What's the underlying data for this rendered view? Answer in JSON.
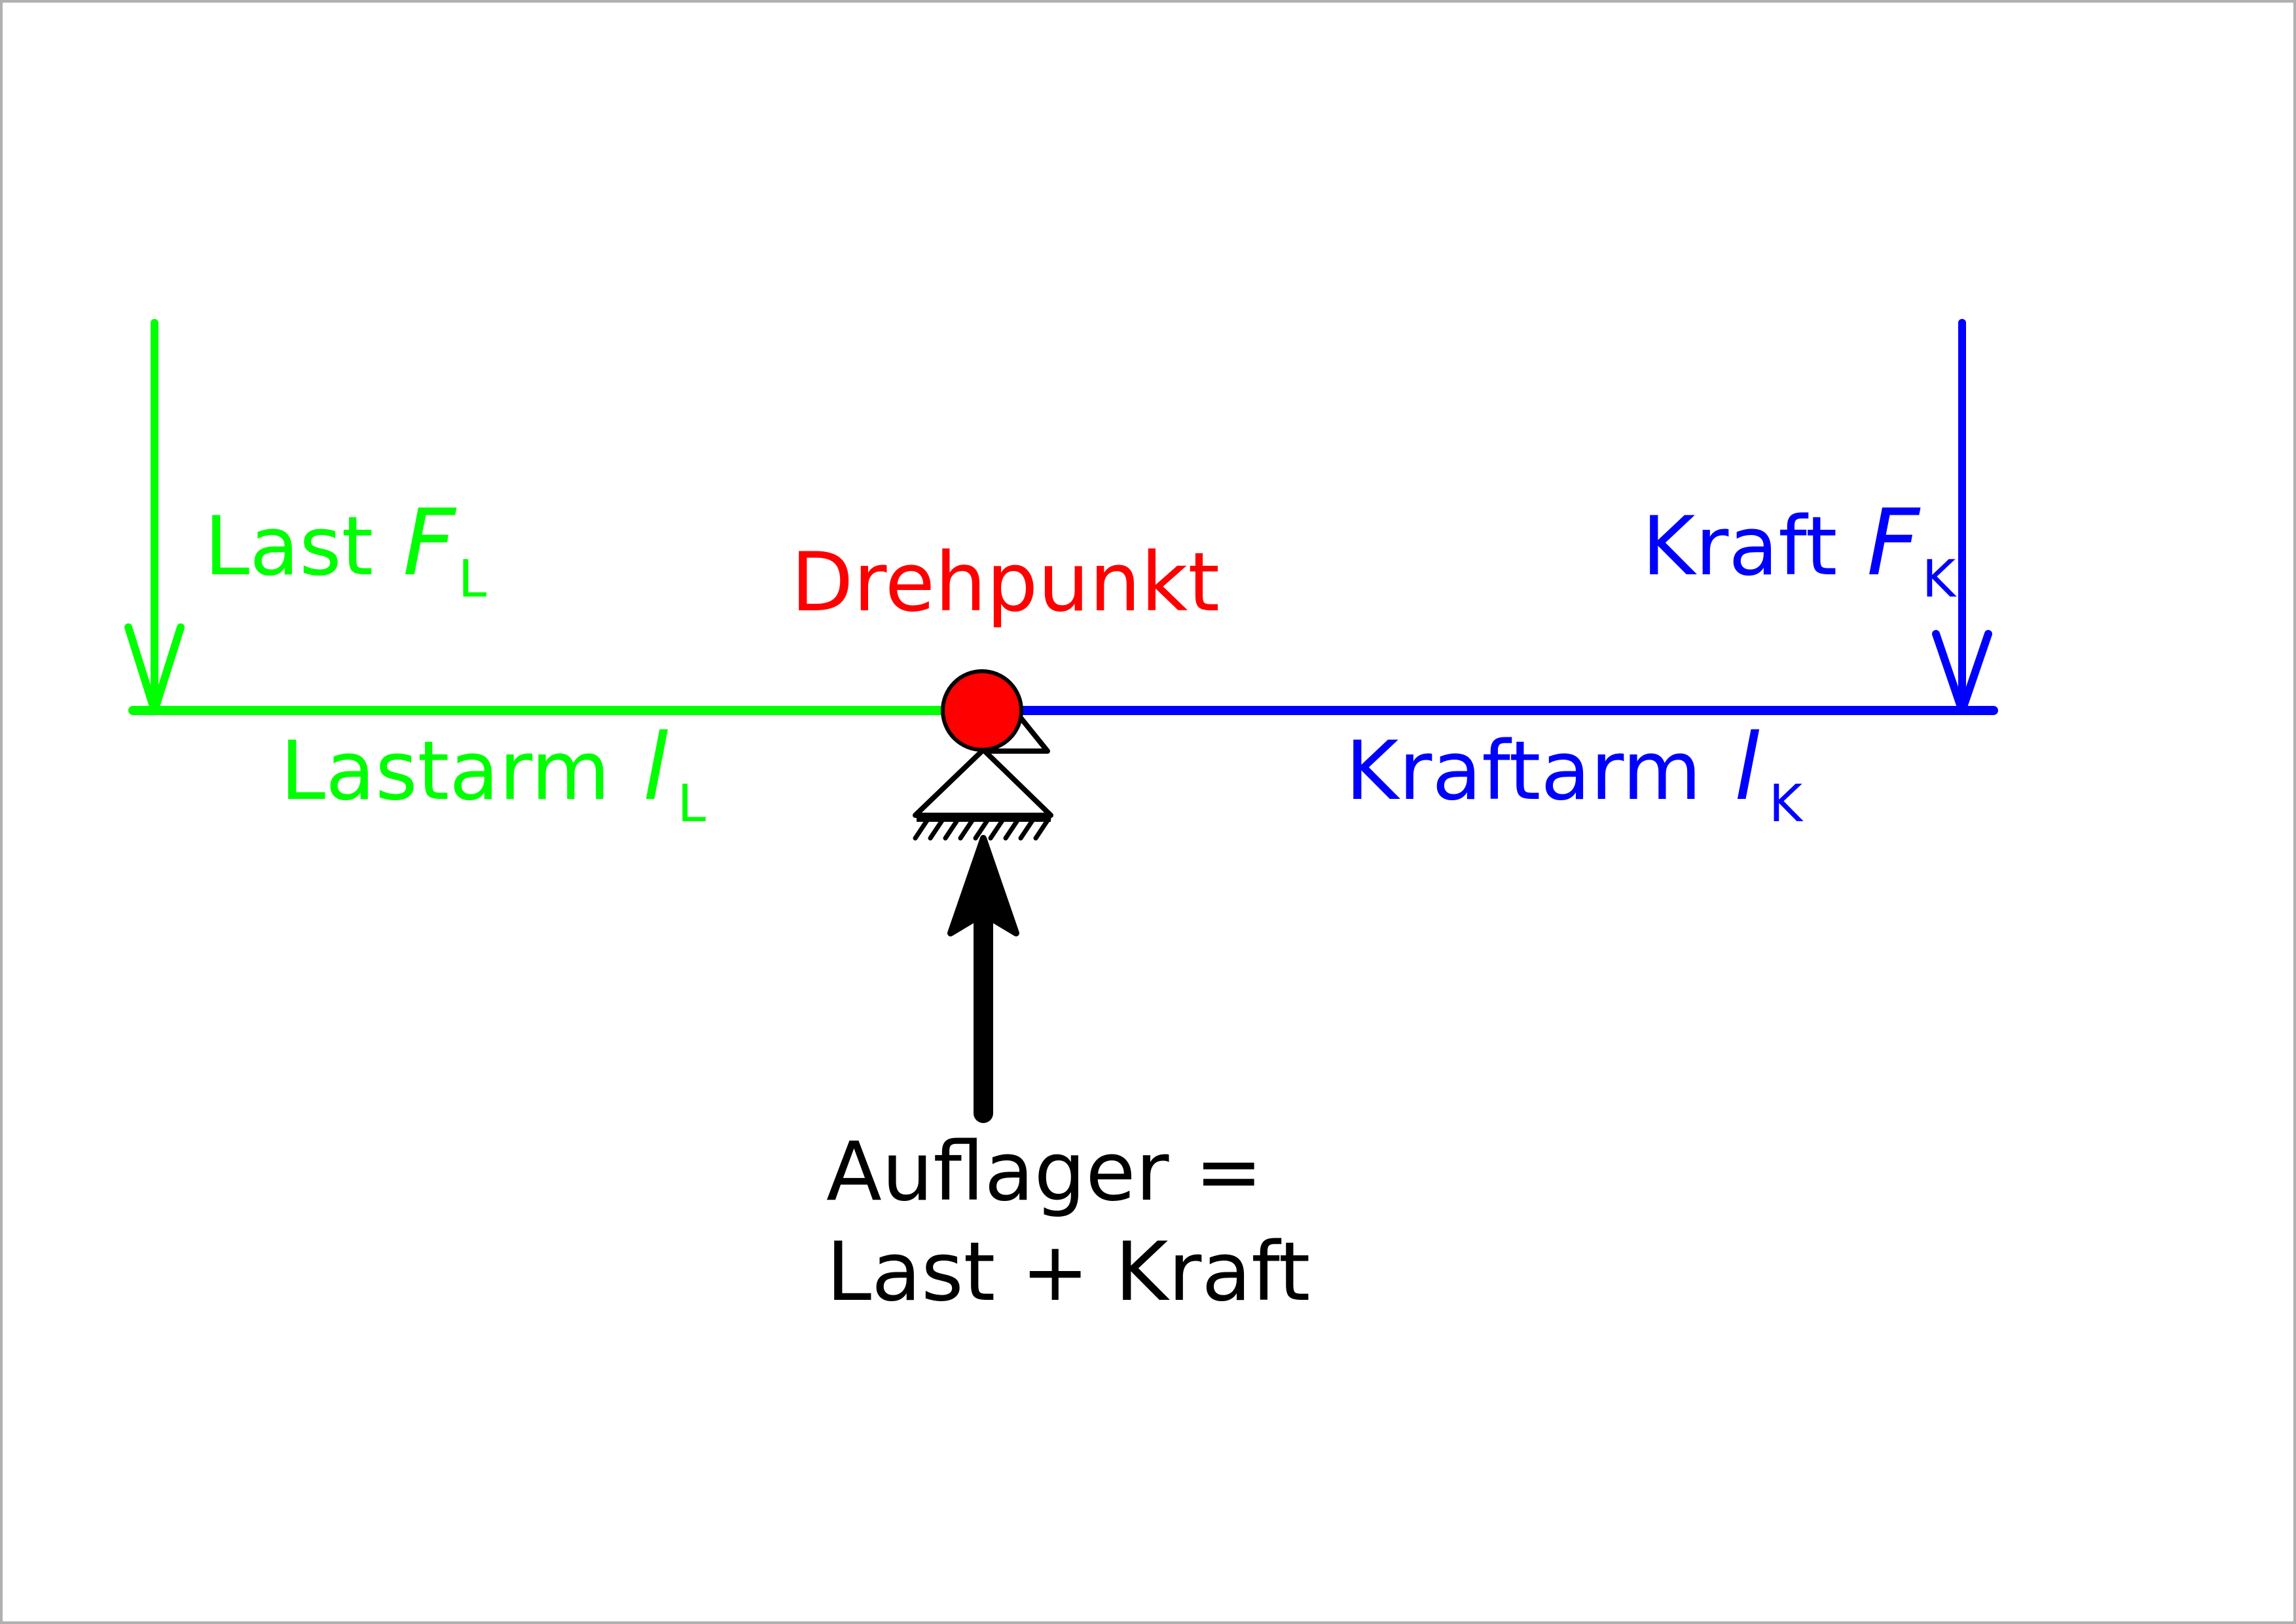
{
  "colors": {
    "load": "#00ff00",
    "force": "#0000ff",
    "pivot": "#ff0000",
    "support": "#000000",
    "frame": "#b0b0b0",
    "background": "#ffffff"
  },
  "labels": {
    "load": {
      "text": "Last",
      "symbol": "F",
      "subscript": "L"
    },
    "pivot": {
      "text": "Drehpunkt"
    },
    "force": {
      "text": "Kraft",
      "symbol": "F",
      "subscript": "K"
    },
    "load_arm": {
      "text": "Lastarm",
      "symbol": "l",
      "subscript": "L"
    },
    "force_arm": {
      "text": "Kraftarm",
      "symbol": "l",
      "subscript": "K"
    },
    "support": {
      "line1": "Auflager =",
      "line2": "Last + Kraft"
    }
  }
}
